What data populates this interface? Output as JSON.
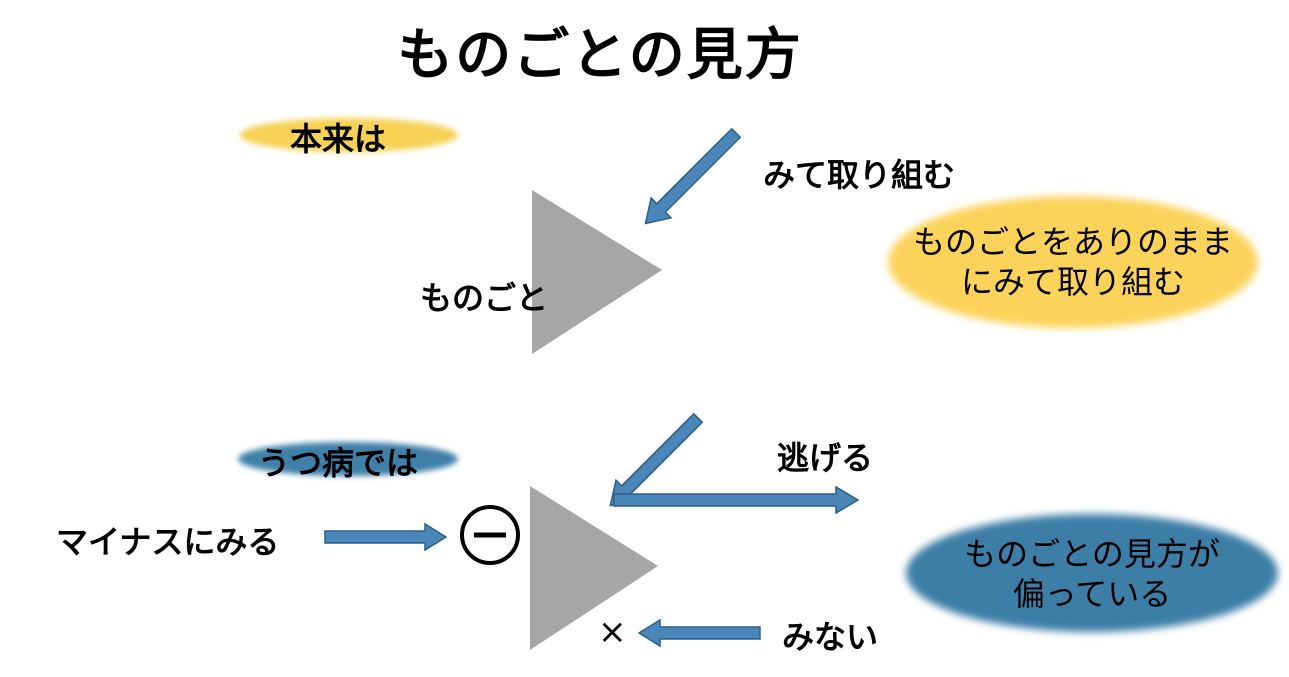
{
  "title": "ものごとの見方",
  "section_normal": {
    "heading": "本来は",
    "subject_label": "ものごと",
    "action_label": "みて取り組む",
    "summary_line1": "ものごとをありのまま",
    "summary_line2": "にみて取り組む",
    "highlight_color": "#f6d155",
    "summary_color": "#fbd35b"
  },
  "section_depression": {
    "heading": "うつ病では",
    "input_label": "マイナスにみる",
    "minus_symbol": "−",
    "escape_label": "逃げる",
    "ignore_label": "みない",
    "cross_mark": "×",
    "summary_line1": "ものごとの見方が",
    "summary_line2": "偏っている",
    "highlight_color": "#3f7fa8",
    "summary_color": "#3d7ea6"
  },
  "colors": {
    "arrow_fill": "#4a86b8",
    "arrow_stroke": "#2b5f88",
    "triangle": "#a6a6a6"
  }
}
